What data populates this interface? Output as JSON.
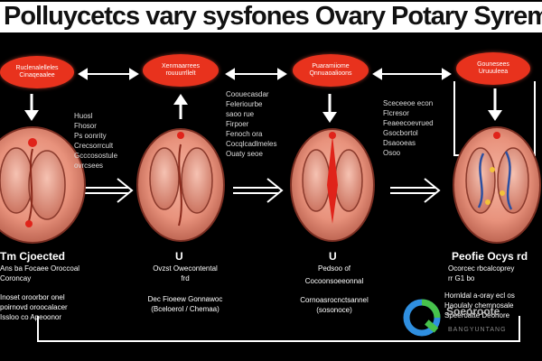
{
  "title": "Polluycetcs vary sysfones Ovary Potary Syreme",
  "pills": [
    "Ruclenalelleles\nCinaqeaalee",
    "Xenmaarrees\nrouuurrllelt",
    "Puaramiiome\nQnnuaoalioons",
    "Gounesees\nUruuuleea"
  ],
  "notes": [
    "Huosl\nFhosor\nPs oonrity\nCrecsorrcult\nGcccosostule\novrcsees",
    "Coouecasdar\nFeleriourbe\nsaoo rue\nFirpoer\nFenoch ora\nCocqlcadlmeles\nOuaty seoe",
    "Sceceeoe econ\nFlcresor\nFeaeecoevrued\nGsocbortol\nDsaooeas\nOsoo"
  ],
  "captions": {
    "c1_title": "Tm Cjoected",
    "c1_lines": "Ans ba Focaee Oroccoal\nCoroncay",
    "c1_bottom": "Inoset oroorbor onel\npoirnovd oroocalacer\nIssloo co Apeoonor",
    "c2_mark": "U",
    "c2_title": "Ovzst Owecontental\nfrd",
    "c2_bottom": "Dec Fioeew Gonnawoc\n(Bceloerol / Chemaa)",
    "c3_mark": "U",
    "c3_title": "Pedsoo of",
    "c3_lines": "Cocoonsoeeonnal",
    "c3_bottom": "Cornoasrocnctsannel\n(sosonoce)",
    "c4_title": "Peofie Ocys rd",
    "c4_lines": "Ocorcec rbcalcoprey\nrr G1 bo",
    "c4_bottom": "Hornldal a-oray ecl os\nHaoulaly chemnosale\nSpeeroatte Deonore"
  },
  "watermark": {
    "text": "Soeoroote",
    "sub": "BANGYUNTANG"
  },
  "colors": {
    "background": "#000000",
    "pill": "#e8321d",
    "organ": "#e8927c",
    "arrow": "#ffffff",
    "accent_red": "#e0231a",
    "watermark_blue": "#2f8fe0",
    "watermark_green": "#47c24b"
  }
}
